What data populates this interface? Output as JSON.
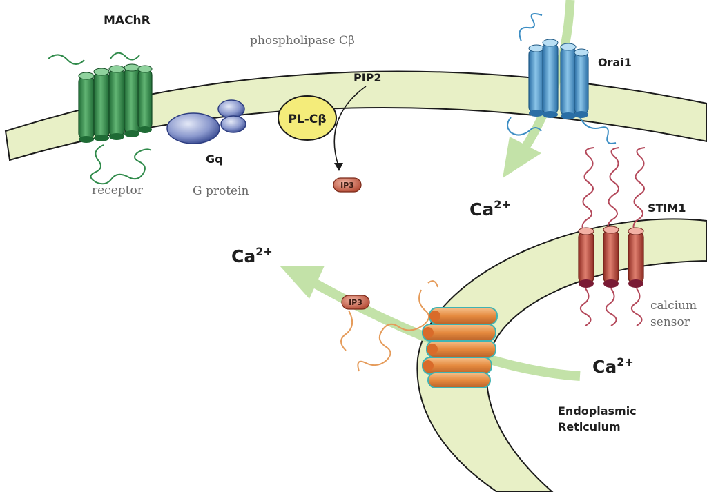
{
  "labels": {
    "machr": "MAChR",
    "phospholipase": "phospholipase Cβ",
    "orai1": "Orai1",
    "pip2": "PIP2",
    "plc": "PL-Cβ",
    "gq": "Gq",
    "receptor": "receptor",
    "gprotein": "G protein",
    "ip3_a": "IP3",
    "ip3_b": "IP3",
    "stim1": "STIM1",
    "calcium": "calcium",
    "sensor": "sensor",
    "ca_base": "Ca",
    "ca_charge": "2+",
    "er_line1": "Endoplasmic",
    "er_line2": "Reticulum"
  },
  "colors": {
    "membrane": "#e8f0c6",
    "membrane_edge": "#1b1b1b",
    "arrow": "#c3e2a8",
    "machr": "#3f9a55",
    "gq": "#4a5fae",
    "plc": "#f4ec7a",
    "orai": "#5aa6d8",
    "stim": "#c85a4a",
    "ip3r": "#e59b5a"
  }
}
